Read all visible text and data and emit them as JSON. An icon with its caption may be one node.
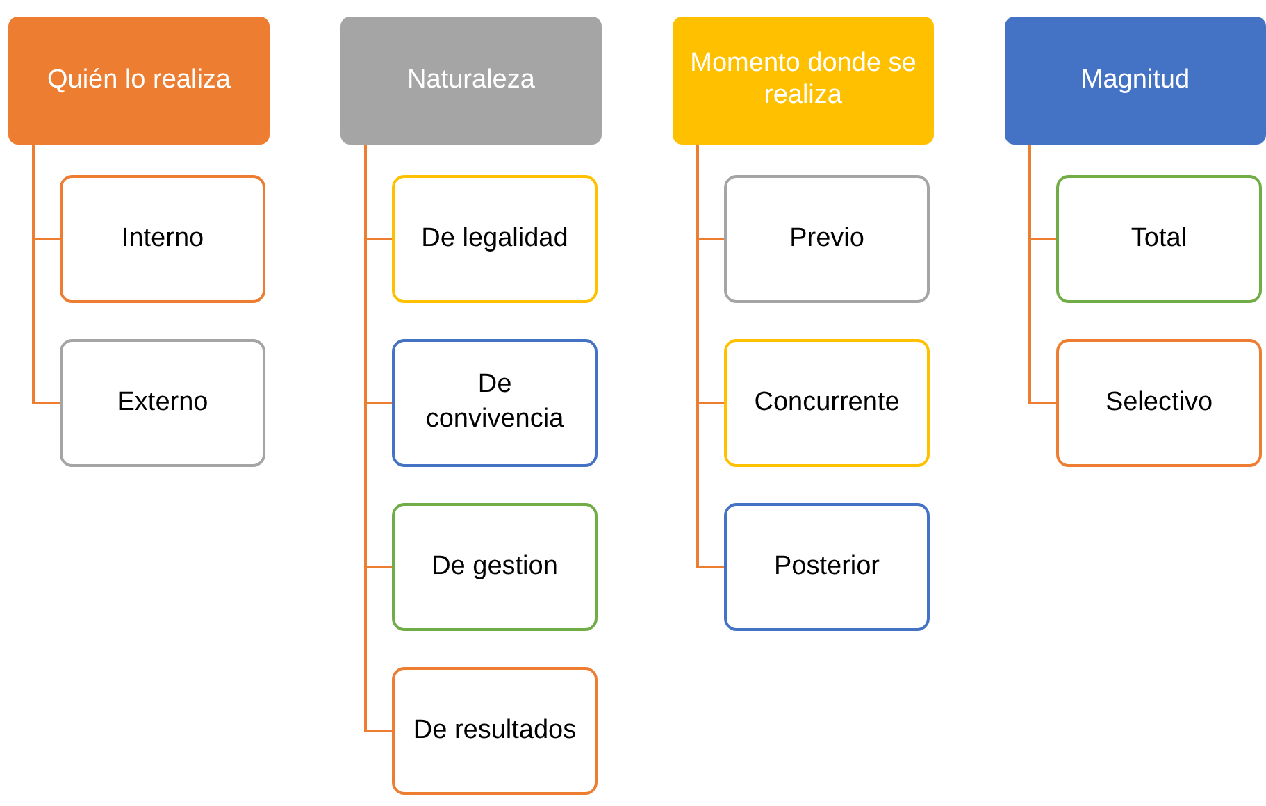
{
  "diagram": {
    "nodes": [
      {
        "text": [
          "Quién lo realiza"
        ]
      },
      {
        "text": [
          "Interno"
        ]
      },
      {
        "text": [
          "Externo"
        ]
      },
      {
        "text": [
          "Naturaleza"
        ]
      },
      {
        "text": [
          "De legalidad"
        ]
      },
      {
        "text": [
          "De convivencia"
        ]
      },
      {
        "text": [
          "De gestion"
        ]
      },
      {
        "text": [
          "De resultados"
        ]
      },
      {
        "text": [
          "Momento donde se realiza"
        ]
      },
      {
        "text": [
          "Previo"
        ]
      },
      {
        "text": [
          "Concurrente"
        ]
      },
      {
        "text": [
          "Posterior"
        ]
      },
      {
        "text": [
          "Magnitud"
        ]
      },
      {
        "text": [
          "Total"
        ]
      },
      {
        "text": [
          "Selectivo"
        ]
      }
    ],
    "edges": [
      {
        "from": 0,
        "to": 1,
        "arrow": "none"
      },
      {
        "from": 0,
        "to": 2,
        "arrow": "none"
      },
      {
        "from": 3,
        "to": 4,
        "arrow": "none"
      },
      {
        "from": 3,
        "to": 5,
        "arrow": "none"
      },
      {
        "from": 3,
        "to": 6,
        "arrow": "none"
      },
      {
        "from": 3,
        "to": 7,
        "arrow": "none"
      },
      {
        "from": 8,
        "to": 9,
        "arrow": "none"
      },
      {
        "from": 8,
        "to": 10,
        "arrow": "none"
      },
      {
        "from": 8,
        "to": 11,
        "arrow": "none"
      },
      {
        "from": 12,
        "to": 13,
        "arrow": "none"
      },
      {
        "from": 12,
        "to": 14,
        "arrow": "none"
      }
    ]
  }
}
